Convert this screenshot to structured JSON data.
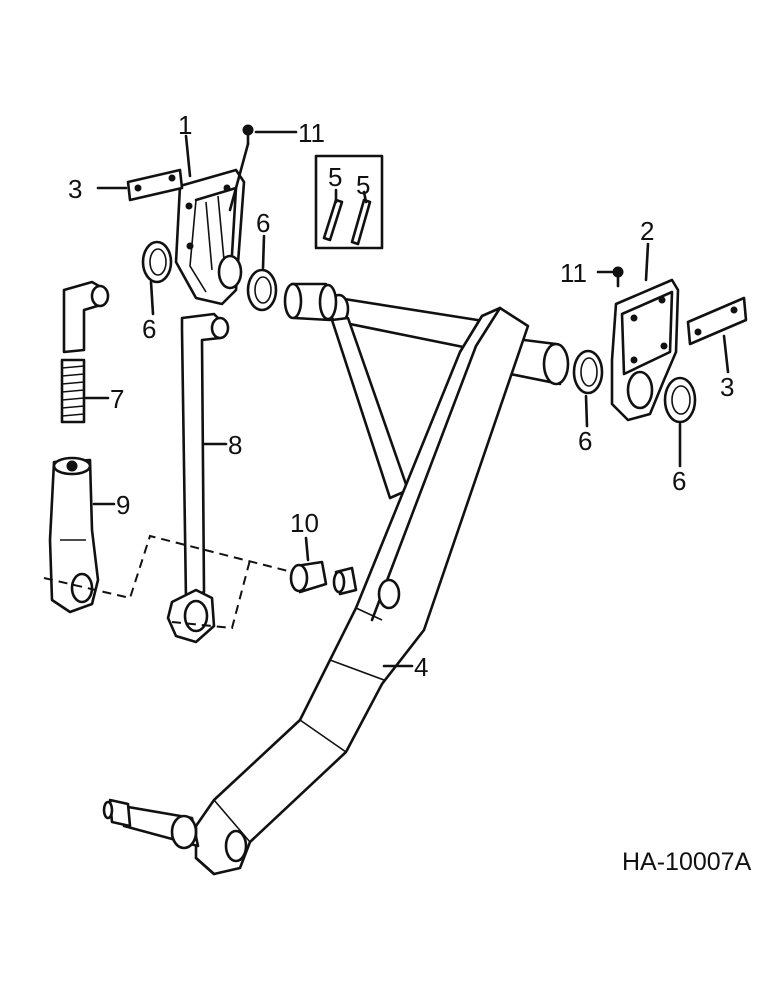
{
  "callouts": {
    "c1": "1",
    "c2": "2",
    "c3a": "3",
    "c3b": "3",
    "c4": "4",
    "c5a": "5",
    "c5b": "5",
    "c6a": "6",
    "c6b": "6",
    "c6c": "6",
    "c6d": "6",
    "c7": "7",
    "c8": "8",
    "c9": "9",
    "c10": "10",
    "c11a": "11",
    "c11b": "11"
  },
  "figure_ref": "HA-10007A"
}
